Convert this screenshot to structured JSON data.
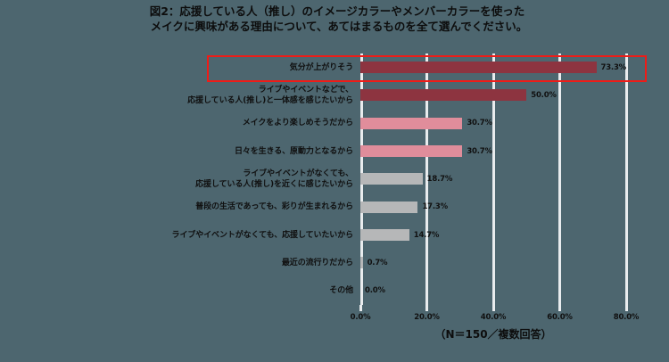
{
  "title": {
    "line1": "図2：応援している人（推し）のイメージカラーやメンバーカラーを使った",
    "line2": "メイクに興味がある理由について、あてはまるものを全て選んでください。"
  },
  "footer": {
    "note": "（N＝150／複数回答）"
  },
  "colors": {
    "background": "#4d666f",
    "bar_dark": "#8d3440",
    "bar_pink": "#e08d9b",
    "bar_gray": "#b6b7b8",
    "highlight": "#ee1c18",
    "grid": "#e9ecee",
    "text": "#101010"
  },
  "chart_data": {
    "type": "bar",
    "orientation": "horizontal",
    "title": "図2：応援している人（推し）のイメージカラーやメンバーカラーを使ったメイクに興味がある理由について、あてはまるものを全て選んでください。",
    "xlabel": "",
    "ylabel": "",
    "xlim": [
      0,
      80
    ],
    "xticks": [
      "0.0%",
      "20.0%",
      "40.0%",
      "60.0%",
      "80.0%"
    ],
    "xtick_values": [
      0,
      20,
      40,
      60,
      80
    ],
    "grid": true,
    "legend": "none",
    "annotation": "（N＝150／複数回答）",
    "highlighted_category_index": 0,
    "categories": [
      "気分が上がりそう",
      "ライブやイベントなどで、\n応援している人(推し)と一体感を感じたいから",
      "メイクをより楽しめそうだから",
      "日々を生きる、原動力となるから",
      "ライブやイベントがなくても、\n応援している人(推し)を近くに感じたいから",
      "普段の生活であっても、彩りが生まれるから",
      "ライブやイベントがなくても、応援していたいから",
      "最近の流行りだから",
      "その他"
    ],
    "values": [
      73.3,
      50.0,
      30.7,
      30.7,
      18.7,
      17.3,
      14.7,
      0.7,
      0.0
    ],
    "value_labels": [
      "73.3%",
      "50.0%",
      "30.7%",
      "30.7%",
      "18.7%",
      "17.3%",
      "14.7%",
      "0.7%",
      "0.0%"
    ],
    "bar_colors": [
      "dark",
      "dark",
      "pink",
      "pink",
      "gray",
      "gray",
      "gray",
      "gray",
      "gray"
    ]
  },
  "rows": [
    {
      "label_lines": [
        "気分が上がりそう"
      ],
      "value": 73.3,
      "value_label": "73.3%",
      "color": "dark"
    },
    {
      "label_lines": [
        "ライブやイベントなどで、",
        "応援している人(推し)と一体感を感じたいから"
      ],
      "value": 50.0,
      "value_label": "50.0%",
      "color": "dark"
    },
    {
      "label_lines": [
        "メイクをより楽しめそうだから"
      ],
      "value": 30.7,
      "value_label": "30.7%",
      "color": "pink"
    },
    {
      "label_lines": [
        "日々を生きる、原動力となるから"
      ],
      "value": 30.7,
      "value_label": "30.7%",
      "color": "pink"
    },
    {
      "label_lines": [
        "ライブやイベントがなくても、",
        "応援している人(推し)を近くに感じたいから"
      ],
      "value": 18.7,
      "value_label": "18.7%",
      "color": "gray"
    },
    {
      "label_lines": [
        "普段の生活であっても、彩りが生まれるから"
      ],
      "value": 17.3,
      "value_label": "17.3%",
      "color": "gray"
    },
    {
      "label_lines": [
        "ライブやイベントがなくても、応援していたいから"
      ],
      "value": 14.7,
      "value_label": "14.7%",
      "color": "gray"
    },
    {
      "label_lines": [
        "最近の流行りだから"
      ],
      "value": 0.7,
      "value_label": "0.7%",
      "color": "gray"
    },
    {
      "label_lines": [
        "その他"
      ],
      "value": 0.0,
      "value_label": "0.0%",
      "color": "gray"
    }
  ]
}
